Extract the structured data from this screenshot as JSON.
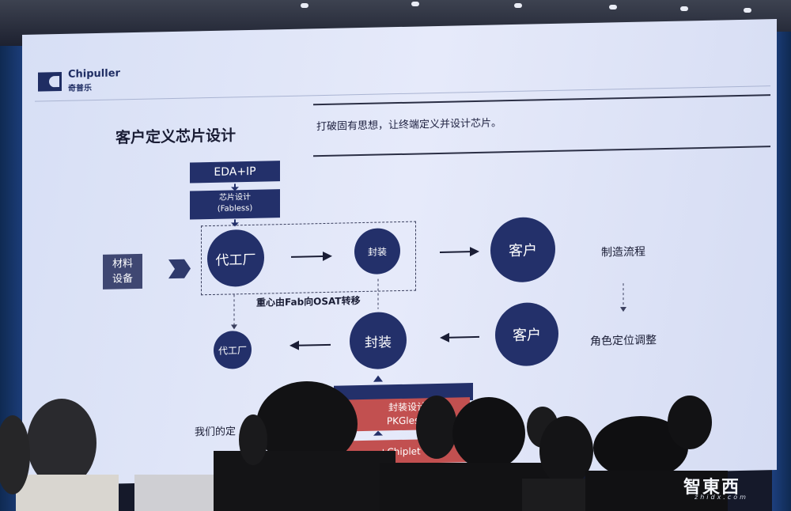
{
  "brand": {
    "name": "Chipuller",
    "name_cn": "奇普乐"
  },
  "slide": {
    "title": "客户定义芯片设计",
    "subtitle": "打破固有思想，让终端定义并设计芯片。"
  },
  "diagram": {
    "eda": "EDA+IP",
    "chip_design_line1": "芯片设计",
    "chip_design_line2": "(Fabless)",
    "materials_line1": "材料",
    "materials_line2": "设备",
    "foundry": "代工厂",
    "package": "封装",
    "customer": "客户",
    "customer_bottom": "客户",
    "package_bottom": "封装",
    "foundry_bottom": "代工厂",
    "manufacturing_flow": "制造流程",
    "role_adjustment": "角色定位调整",
    "shift_note": "重心由Fab向OSAT转移",
    "pkg_design_line1": "封装设计",
    "pkg_design_line2": "PKGless)",
    "chiplet": "+Chiplet（F",
    "bottom_left_text": "我们的定"
  },
  "watermark": {
    "cn": "智東西",
    "en": "zhidx.com"
  },
  "colors": {
    "node": "#23306a",
    "highlight": "#c25050",
    "screen": "#dde3f7"
  }
}
